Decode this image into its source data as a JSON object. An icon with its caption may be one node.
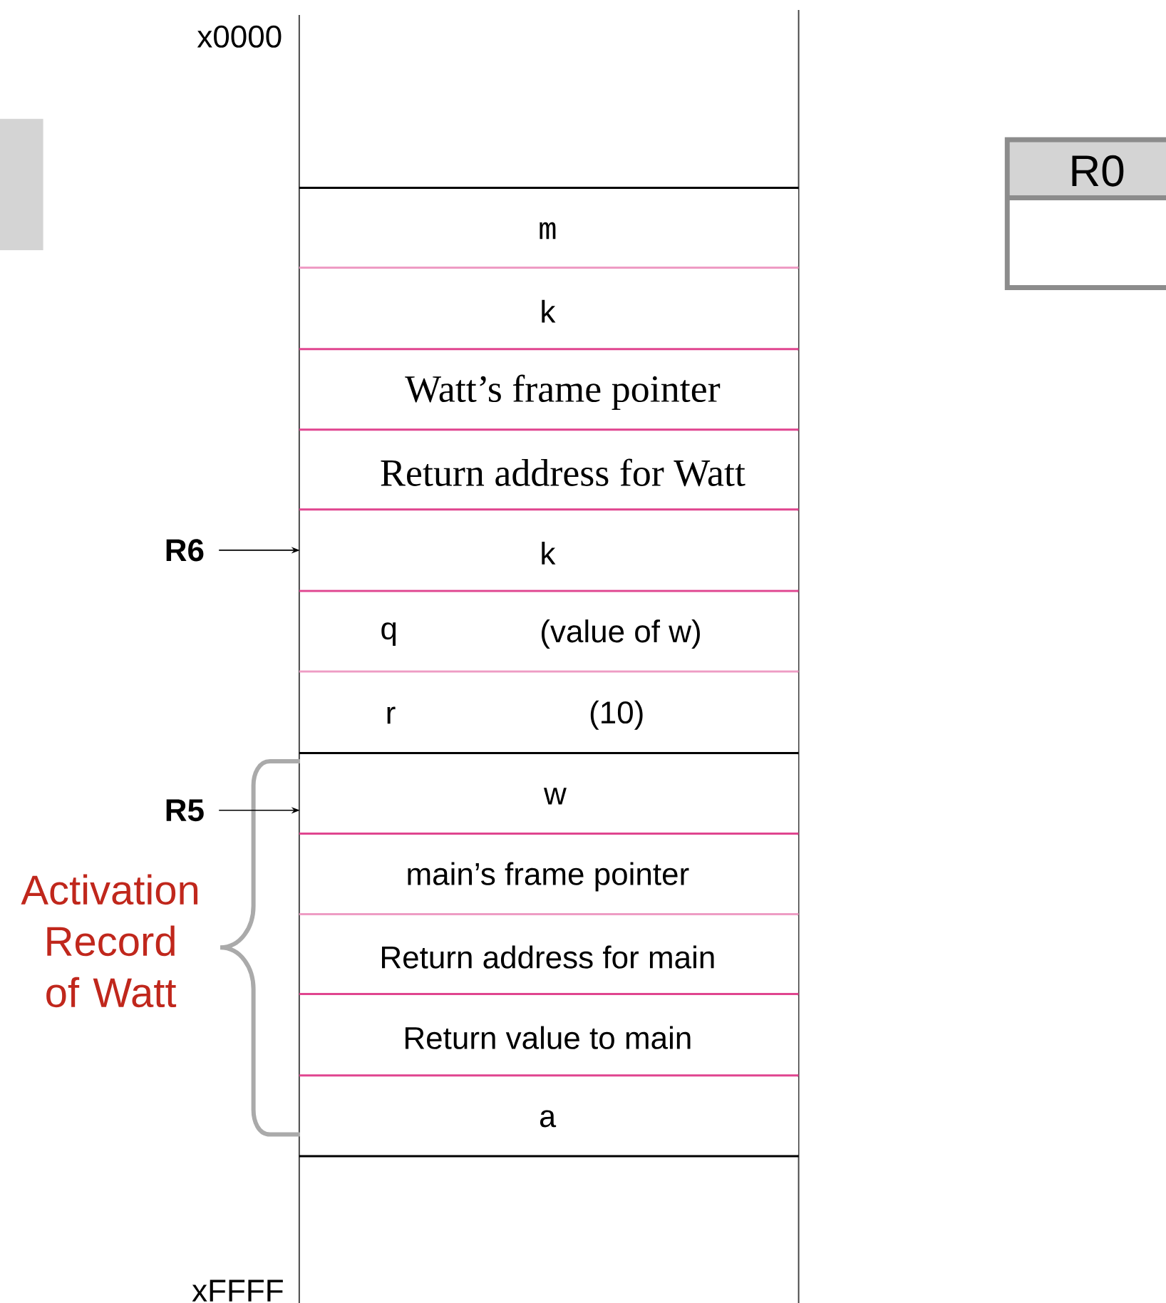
{
  "diagram": {
    "nodes": [
      {
        "text": [
          "m"
        ]
      },
      {
        "text": [
          "k"
        ]
      },
      {
        "text": [
          "Watt’s frame pointer"
        ]
      },
      {
        "text": [
          "Return address for Watt"
        ]
      },
      {
        "text": [
          "k"
        ]
      },
      {
        "text": [
          "q",
          "(value of w)"
        ]
      },
      {
        "text": [
          "r",
          "(10)"
        ]
      },
      {
        "text": [
          "w"
        ]
      },
      {
        "text": [
          "main’s frame pointer"
        ]
      },
      {
        "text": [
          "Return address for main"
        ]
      },
      {
        "text": [
          "Return value to main"
        ]
      },
      {
        "text": [
          "a"
        ]
      },
      {
        "text": [
          "R6"
        ]
      },
      {
        "text": [
          "R5"
        ]
      },
      {
        "text": [
          "R0"
        ]
      }
    ],
    "edges": [
      {
        "from": 12,
        "to": 4,
        "arrow": "to"
      },
      {
        "from": 13,
        "to": 7,
        "arrow": "to"
      }
    ],
    "labels": [
      "x0000",
      "Activation Record of Watt",
      "xFFFF"
    ]
  }
}
